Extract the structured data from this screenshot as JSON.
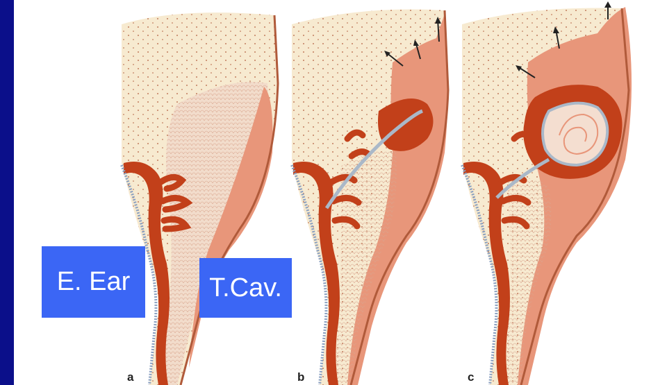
{
  "labels": {
    "external_ear": "E. Ear",
    "tympanic_cavity": "T.Cav."
  },
  "panels": [
    {
      "letter": "a"
    },
    {
      "letter": "b"
    },
    {
      "letter": "c"
    }
  ],
  "colors": {
    "frame": "#0b0f8a",
    "background": "#ffffff",
    "bone": "#f7ead0",
    "mesenchyme": "#f2d8c2",
    "tissue_pink": "#e8967a",
    "epithelium_red": "#c2401a",
    "cartilage_blue": "#aab8c8",
    "label_box": "#3b66f5"
  }
}
